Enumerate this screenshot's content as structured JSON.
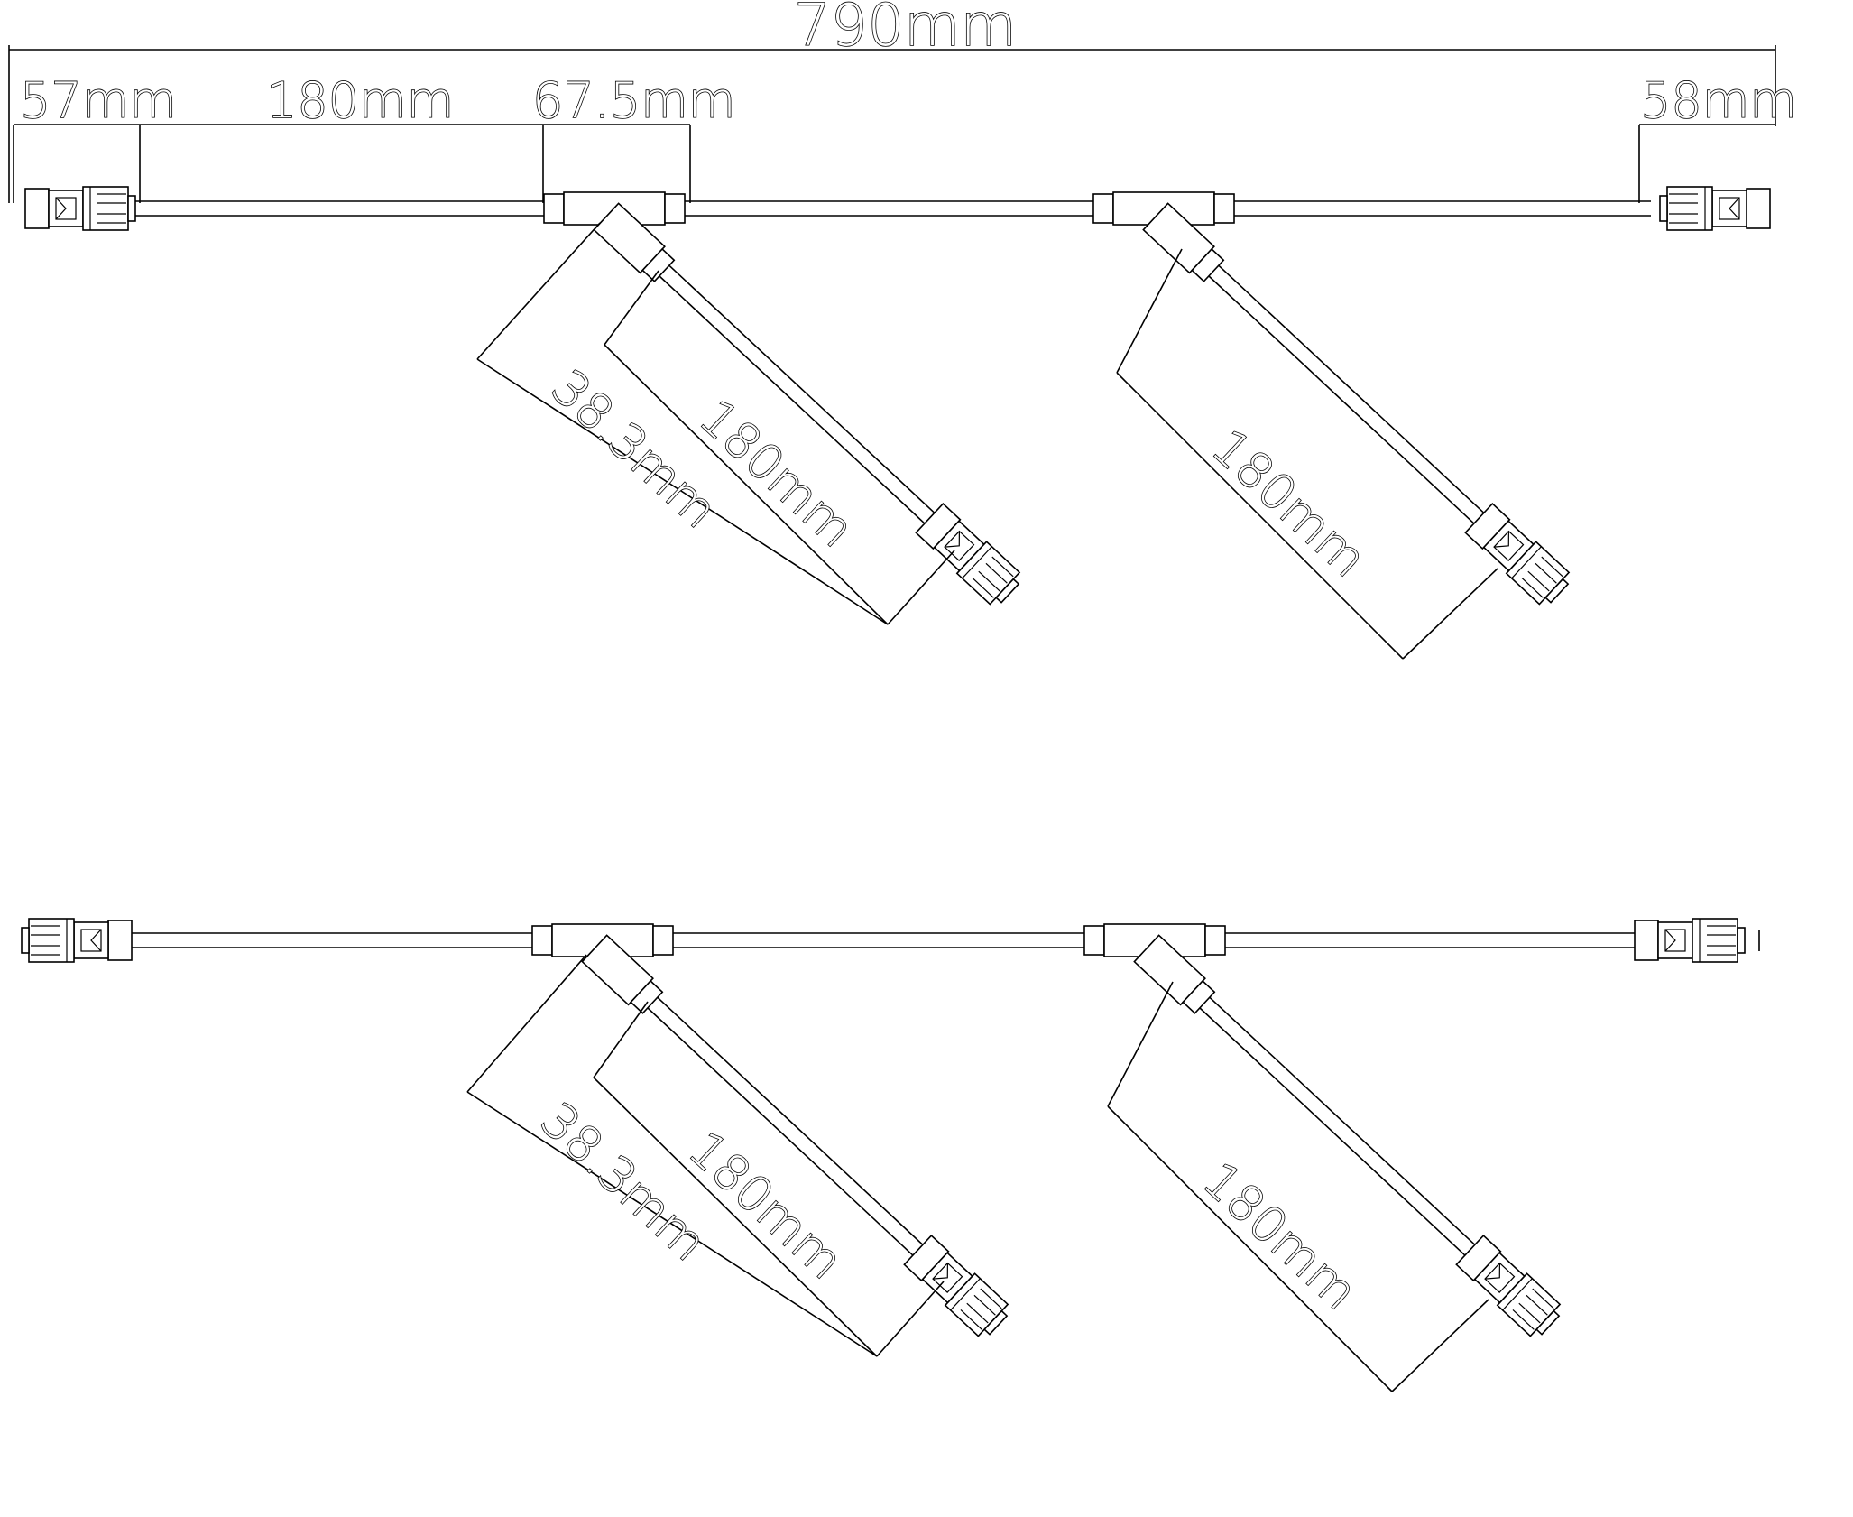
{
  "drawing": {
    "overall_length": "790mm",
    "segments": {
      "left_connector": "57mm",
      "trunk_cable": "180mm",
      "tee_body": "67.5mm",
      "right_connector": "58mm"
    },
    "branches": {
      "branch_cable": "180mm",
      "branch_offset": "38.3mm"
    },
    "views": [
      "top",
      "bottom"
    ]
  }
}
